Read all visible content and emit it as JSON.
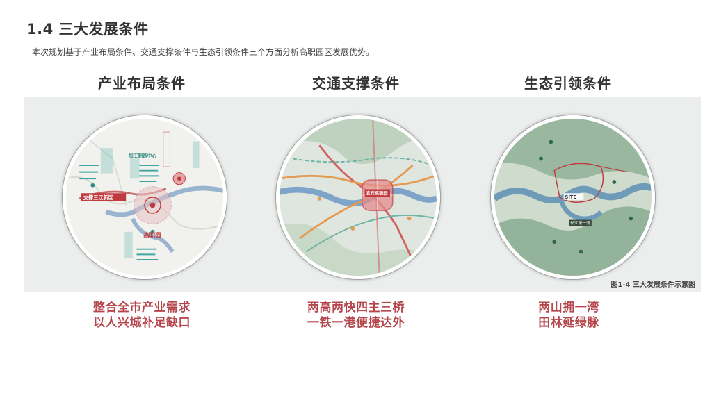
{
  "page": {
    "title": "1.4 三大发展条件",
    "subtitle": "本次规划基于产业布局条件、交通支撑条件与生态引领条件三个方面分析高职园区发展优势。"
  },
  "columns": [
    {
      "heading": "产业布局条件",
      "summary_line1": "整合全市产业需求",
      "summary_line2": "以人兴城补足缺口"
    },
    {
      "heading": "交通支撑条件",
      "summary_line1": "两高两快四主三桥",
      "summary_line2": "一铁一港便捷达外"
    },
    {
      "heading": "生态引领条件",
      "summary_line1": "两山拥一湾",
      "summary_line2": "田林延绿脉"
    }
  ],
  "maps": {
    "industry": {
      "labels": {
        "center": "高职园",
        "support": "支撑三江新区",
        "mid": "加工制造中心"
      }
    },
    "transport": {
      "labels": {
        "center": "宜宾高职园"
      }
    },
    "ecology": {
      "labels": {
        "site": "SITE",
        "river": "长江第一湾"
      }
    }
  },
  "figure_caption": "图1-4 三大发展条件示意图",
  "colors": {
    "accent": "#b5464c",
    "title": "#333333",
    "panel": "#eceeed"
  }
}
